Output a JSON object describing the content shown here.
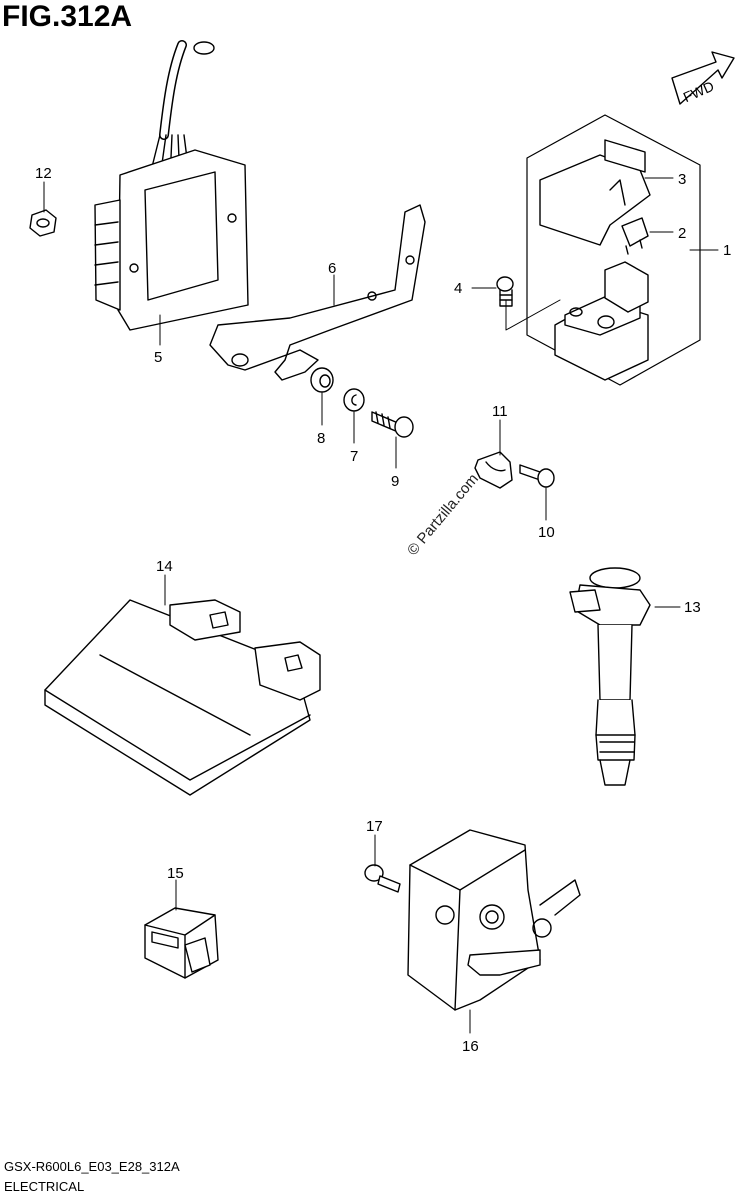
{
  "figure": {
    "title": "FIG.312A"
  },
  "footer": {
    "model_code": "GSX-R600L6_E03_E28_312A",
    "section": "ELECTRICAL"
  },
  "watermark": "© Partzilla.com",
  "direction_marker": "FWD",
  "callouts": [
    "1",
    "2",
    "3",
    "4",
    "5",
    "6",
    "7",
    "8",
    "9",
    "10",
    "11",
    "12",
    "13",
    "14",
    "15",
    "16",
    "17"
  ]
}
